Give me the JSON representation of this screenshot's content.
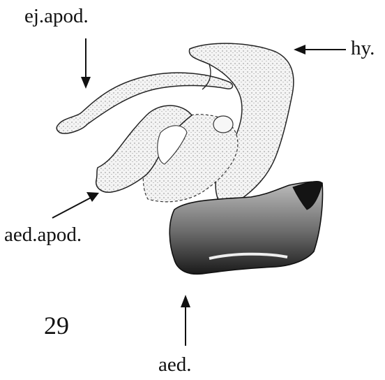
{
  "figure": {
    "number": "29",
    "labels": {
      "ejaculatory_apodeme": "ej.apod.",
      "hypandrium": "hy.",
      "aedeagal_apodeme": "aed.apod.",
      "aedeagus": "aed."
    }
  }
}
